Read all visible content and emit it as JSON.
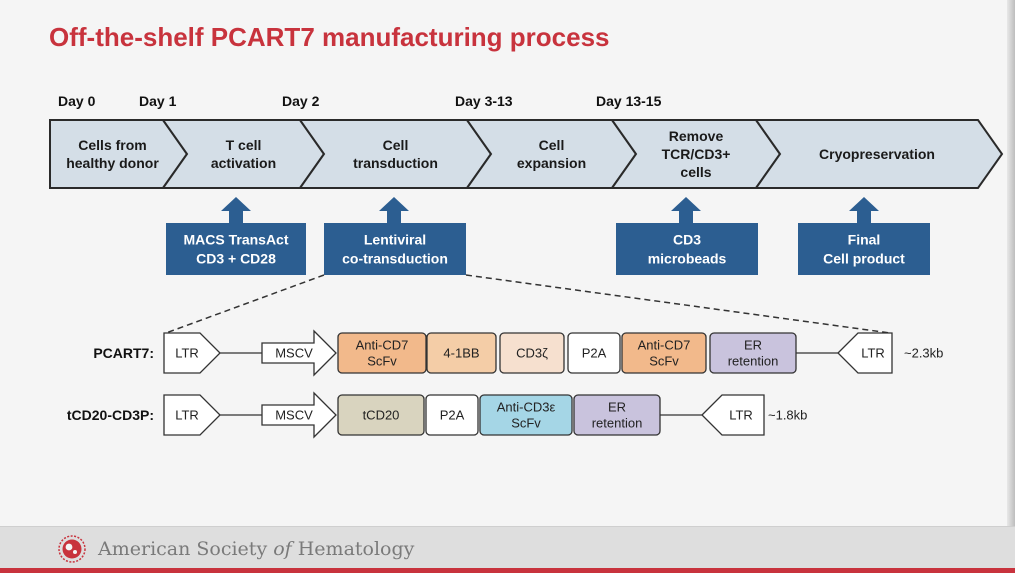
{
  "title": "Off-the-shelf PCART7 manufacturing process",
  "timeline": [
    {
      "day": "Day 0",
      "step": [
        "Cells from",
        "healthy donor"
      ]
    },
    {
      "day": "Day 1",
      "step": [
        "T cell",
        "activation"
      ]
    },
    {
      "day": "Day 2",
      "step": [
        "Cell",
        "transduction"
      ]
    },
    {
      "day": "Day 3-13",
      "step": [
        "Cell",
        "expansion"
      ]
    },
    {
      "day": "Day 13-15",
      "step": [
        "Remove",
        "TCR/CD3+",
        "cells"
      ]
    },
    {
      "day": "",
      "step": [
        "Cryopreservation"
      ]
    }
  ],
  "inputs": [
    {
      "lines": [
        "MACS TransAct",
        "CD3 + CD28"
      ]
    },
    {
      "lines": [
        "Lentiviral",
        "co-transduction"
      ]
    },
    {
      "lines": [
        "CD3",
        "microbeads"
      ]
    },
    {
      "lines": [
        "Final",
        "Cell product"
      ]
    }
  ],
  "constructs": [
    {
      "name": "PCART7:",
      "size": "~2.3kb",
      "left_ltr": "LTR",
      "promoter": "MSCV",
      "blocks": [
        {
          "lines": [
            "Anti-CD7",
            "ScFv"
          ],
          "color": "#f2b98b"
        },
        {
          "lines": [
            "4-1BB"
          ],
          "color": "#f4cda7"
        },
        {
          "lines": [
            "CD3ζ"
          ],
          "color": "#f6e0cf"
        },
        {
          "lines": [
            "P2A"
          ],
          "color": "#ffffff"
        },
        {
          "lines": [
            "Anti-CD7",
            "ScFv"
          ],
          "color": "#f2b98b"
        },
        {
          "lines": [
            "ER",
            "retention"
          ],
          "color": "#c9c3dd"
        }
      ],
      "right_ltr": "LTR"
    },
    {
      "name": "tCD20-CD3P:",
      "size": "~1.8kb",
      "left_ltr": "LTR",
      "promoter": "MSCV",
      "blocks": [
        {
          "lines": [
            "tCD20"
          ],
          "color": "#d9d4bf"
        },
        {
          "lines": [
            "P2A"
          ],
          "color": "#ffffff"
        },
        {
          "lines": [
            "Anti-CD3ε",
            "ScFv"
          ],
          "color": "#a5d6e6"
        },
        {
          "lines": [
            "ER",
            "retention"
          ],
          "color": "#c9c3dd"
        }
      ],
      "right_ltr": "LTR"
    }
  ],
  "footer": {
    "prefix": "American Society ",
    "italic": "of",
    "suffix": " Hematology"
  },
  "colors": {
    "title": "#c8333d",
    "chevron_fill": "#d4dee7",
    "input_box": "#2c5e91"
  }
}
